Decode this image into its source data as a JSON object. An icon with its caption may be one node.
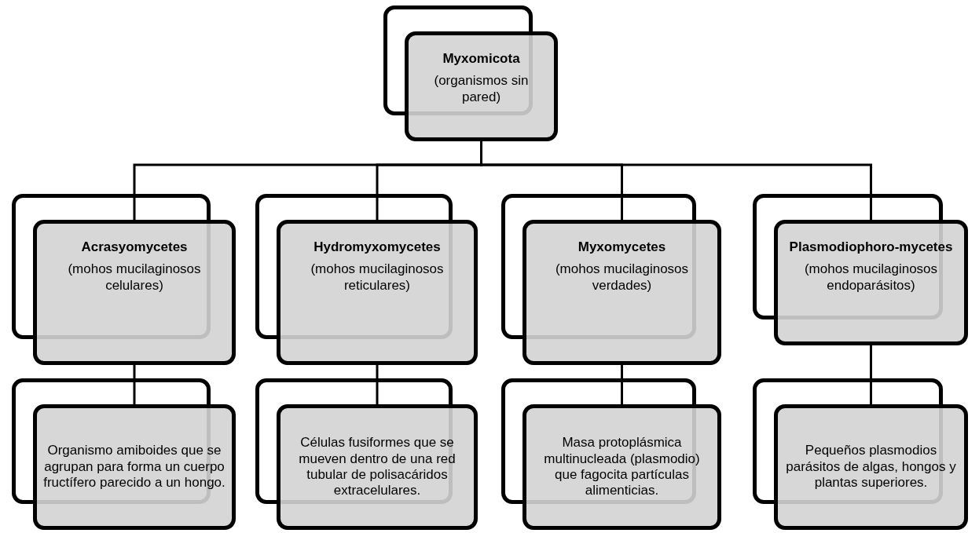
{
  "diagram": {
    "nodes": [
      {
        "text": [
          "Myxomicota",
          "(organismos sin pared)"
        ]
      },
      {
        "text": [
          "Acrasyomycetes",
          "(mohos mucilaginosos celulares)"
        ]
      },
      {
        "text": [
          "Hydromyxomycetes",
          "(mohos mucilaginosos reticulares)"
        ]
      },
      {
        "text": [
          "Myxomycetes",
          "(mohos mucilaginosos verdades)"
        ]
      },
      {
        "text": [
          "Plasmodiophoro-mycetes",
          "(mohos mucilaginosos endoparásitos)"
        ]
      },
      {
        "text": [
          "Organismo amiboides que se agrupan para forma un cuerpo fructífero parecido a un hongo."
        ]
      },
      {
        "text": [
          "Células fusiformes que se mueven dentro de una red tubular de polisacáridos extracelulares."
        ]
      },
      {
        "text": [
          "Masa protoplásmica multinucleada (plasmodio) que fagocita partículas alimenticias."
        ]
      },
      {
        "text": [
          "Pequeños plasmodios parásitos de algas, hongos y plantas superiores."
        ]
      }
    ],
    "edges": [
      {
        "from": 0,
        "to": 1,
        "arrow": "none"
      },
      {
        "from": 0,
        "to": 2,
        "arrow": "none"
      },
      {
        "from": 0,
        "to": 3,
        "arrow": "none"
      },
      {
        "from": 0,
        "to": 4,
        "arrow": "none"
      },
      {
        "from": 1,
        "to": 5,
        "arrow": "none"
      },
      {
        "from": 2,
        "to": 6,
        "arrow": "none"
      },
      {
        "from": 3,
        "to": 7,
        "arrow": "none"
      },
      {
        "from": 4,
        "to": 8,
        "arrow": "none"
      }
    ]
  }
}
